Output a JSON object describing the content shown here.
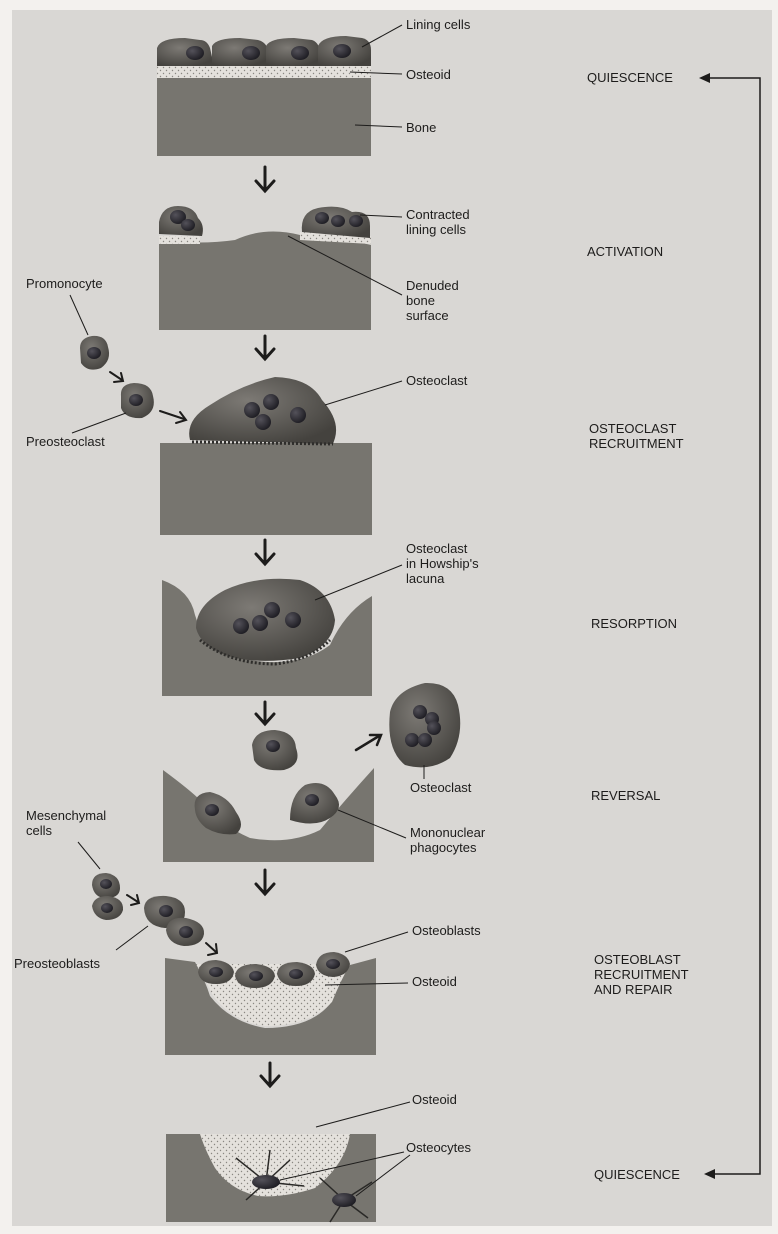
{
  "stages": [
    "QUIESCENCE",
    "ACTIVATION",
    "OSTEOCLAST\nRECRUITMENT",
    "RESORPTION",
    "REVERSAL",
    "OSTEOBLAST\nRECRUITMENT\nAND REPAIR",
    "QUIESCENCE"
  ],
  "labels": {
    "lining_cells": "Lining cells",
    "osteoid_1": "Osteoid",
    "bone": "Bone",
    "contracted_lining_cells": "Contracted\nlining cells",
    "denuded_bone_surface": "Denuded\nbone\nsurface",
    "promonocyte": "Promonocyte",
    "preosteoclast": "Preosteoclast",
    "osteoclast_1": "Osteoclast",
    "osteoclast_lacuna": "Osteoclast\nin Howship's\nlacuna",
    "osteoclast_2": "Osteoclast",
    "mesenchymal_cells": "Mesenchymal\ncells",
    "mononuclear_phagocytes": "Mononuclear\nphagocytes",
    "osteoblasts": "Osteoblasts",
    "preosteoblasts": "Preosteoblasts",
    "osteoid_2": "Osteoid",
    "osteoid_3": "Osteoid",
    "osteocytes": "Osteocytes"
  },
  "colors": {
    "background": "#d9d7d4",
    "bone": "#77756f",
    "osteoid": "#e7e4df",
    "cell": "#55534f",
    "nucleus": "#26252a",
    "line": "#1d1c1b"
  }
}
